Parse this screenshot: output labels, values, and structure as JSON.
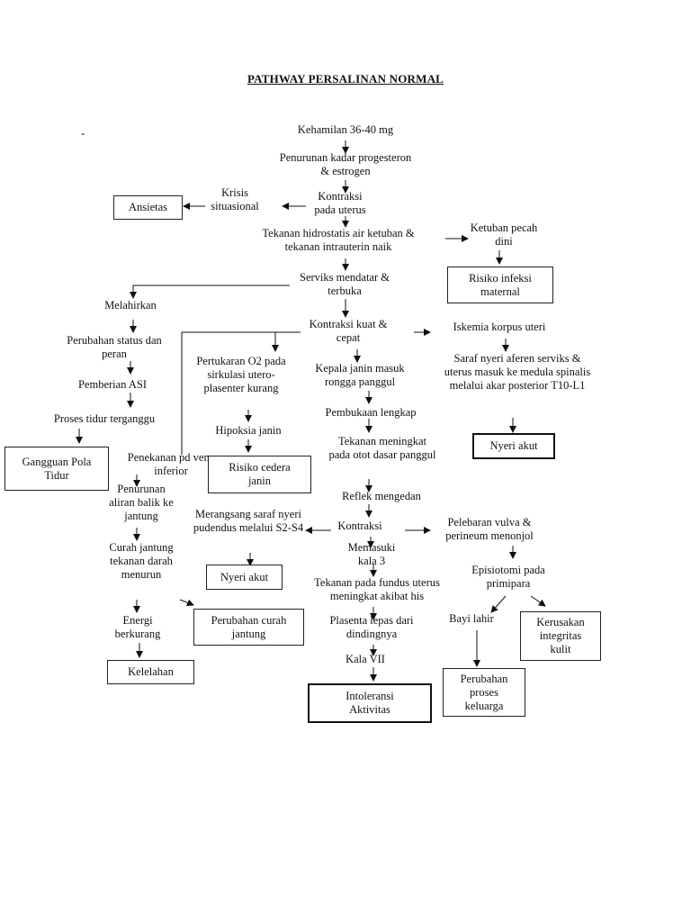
{
  "title": "PATHWAY PERSALINAN NORMAL",
  "dash": "-",
  "nodes": {
    "kehamilan": "Kehamilan 36-40 mg",
    "penurunan_kadar": "Penurunan kadar progesteron\n& estrogen",
    "kontraksi_uterus": "Kontraksi\npada uterus",
    "krisis": "Krisis\nsituasional",
    "ansietas": "Ansietas",
    "tekanan_hidrostatis": "Tekanan hidrostatis air ketuban &\ntekanan intrauterin naik",
    "ketuban_pecah": "Ketuban pecah\ndini",
    "risiko_infeksi": "Risiko infeksi\nmaternal",
    "serviks": "Serviks mendatar &\nterbuka",
    "melahirkan": "Melahirkan",
    "perubahan_status": "Perubahan status dan\nperan",
    "pemberian_asi": "Pemberian ASI",
    "proses_tidur": "Proses tidur terganggu",
    "gangguan_tidur": "Gangguan Pola\nTidur",
    "kontraksi_kuat": "Kontraksi kuat &\ncepat",
    "iskemia": "Iskemia korpus uteri",
    "saraf_nyeri": "Saraf nyeri aferen serviks &\nuterus masuk ke medula spinalis\nmelalui akar posterior T10-L1",
    "nyeri_akut_1": "Nyeri akut",
    "pertukaran_o2": "Pertukaran O2 pada\nsirkulasi utero-\nplasenter kurang",
    "kepala_janin": "Kepala janin masuk\nrongga panggul",
    "pembukaan": "Pembukaan lengkap",
    "hipoksia": "Hipoksia janin",
    "risiko_cedera": "Risiko cedera\njanin",
    "tekanan_meningkat": "Tekanan meningkat\npada otot dasar panggul",
    "penekanan": "Penekanan pd vena\ninferior",
    "penurunan_aliran": "Penurunan\naliran balik ke\njantung",
    "refleks": "Reflek mengedan",
    "merangsang": "Merangsang saraf nyeri\npudendus melalui S2-S4",
    "kontraksi_2": "Kontraksi",
    "pelebaran": "Pelebaran vulva &\nperineum menonjol",
    "curah_jantung": "Curah jantung\ntekanan darah\nmenurun",
    "nyeri_akut_2": "Nyeri akut",
    "memasuki": "Memasuki\nkala 3",
    "episiotomi": "Episiotomi pada\nprimipara",
    "tekanan_fundus": "Tekanan pada fundus uterus\nmeningkat akibat his",
    "energi": "Energi\nberkurang",
    "perubahan_curah": "Perubahan curah\njantung",
    "plasenta": "Plasenta lepas dari\ndindingnya",
    "bayi_lahir": "Bayi lahir",
    "kerusakan": "Kerusakan\nintegritas\nkulit",
    "kelelahan": "Kelelahan",
    "kala_vii": "Kala VII",
    "intoleransi": "Intoleransi\nAktivitas",
    "perubahan_proses": "Perubahan\nproses\nkeluarga"
  }
}
